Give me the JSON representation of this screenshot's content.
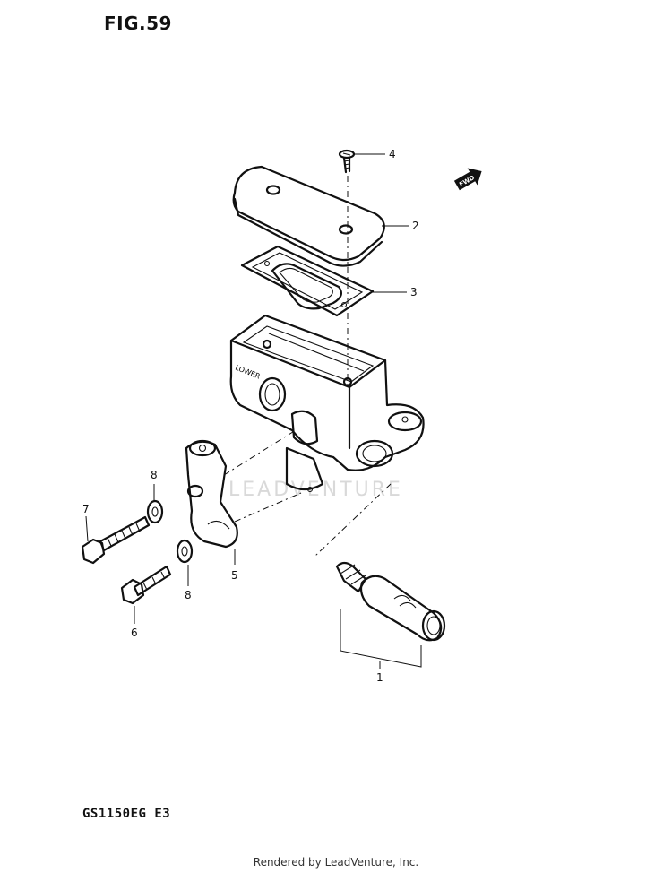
{
  "figure": {
    "title": "FIG.59",
    "model": "GS1150EG  E3"
  },
  "footer": {
    "credit": "Rendered by LeadVenture, Inc."
  },
  "watermark": {
    "text": "LEADVENTURE"
  },
  "direction_arrow": {
    "text": "FWD"
  },
  "body_mark": {
    "text": "LOWER"
  },
  "callouts": [
    {
      "id": "p1",
      "number": "1"
    },
    {
      "id": "p2",
      "number": "2"
    },
    {
      "id": "p3",
      "number": "3"
    },
    {
      "id": "p4",
      "number": "4"
    },
    {
      "id": "p5",
      "number": "5"
    },
    {
      "id": "p6",
      "number": "6"
    },
    {
      "id": "p7",
      "number": "7"
    },
    {
      "id": "p8a",
      "number": "8"
    },
    {
      "id": "p8b",
      "number": "8"
    }
  ]
}
